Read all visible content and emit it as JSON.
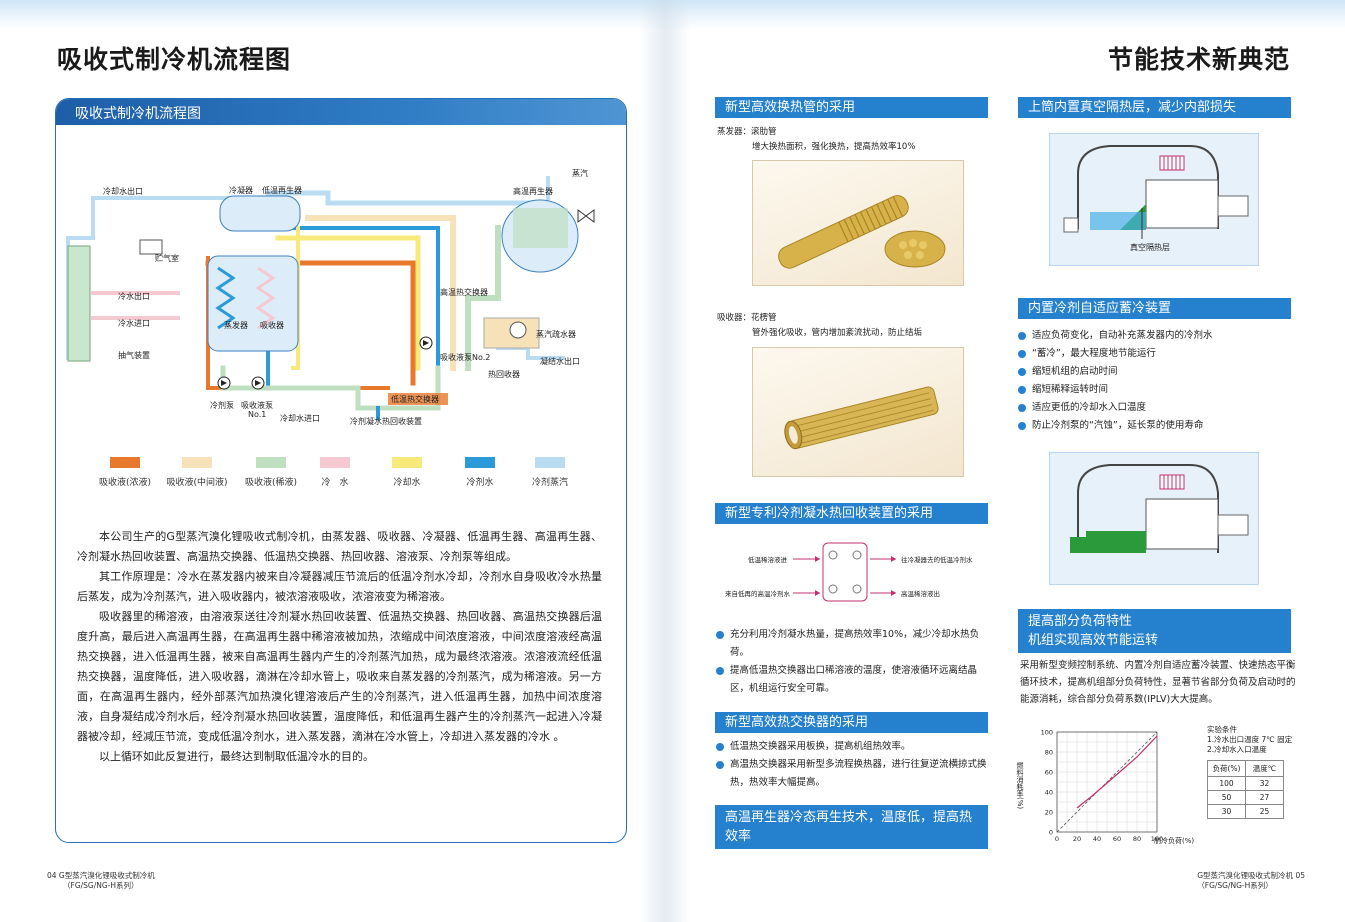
{
  "left": {
    "page_title": "吸收式制冷机流程图",
    "panel_title": "吸收式制冷机流程图",
    "diagram_labels": {
      "cooling_water_out_top": "冷却水出口",
      "condenser": "冷凝器",
      "low_temp_generator": "低温再生器",
      "high_temp_generator": "高温再生器",
      "steam": "蒸汽",
      "air_chamber": "贮气室",
      "chilled_water_out": "冷水出口",
      "chilled_water_in": "冷水进口",
      "purge_device": "抽气装置",
      "evaporator": "蒸发器",
      "absorber": "吸收器",
      "htx": "高温热交换器",
      "solution_pump2": "吸收液泵No.2",
      "steam_drain": "蒸汽疏水器",
      "condensate_out": "凝结水出口",
      "heat_recovery": "热回收器",
      "ltx": "低温热交换器",
      "refrigerant_pump": "冷剂泵",
      "solution_pump1": "吸收液泵",
      "no1": "No.1",
      "cooling_water_in": "冷却水进口",
      "condensate_recovery": "冷剂凝水热回收装置"
    },
    "legend": [
      {
        "label": "吸收液(浓液)",
        "color": "#e8782c"
      },
      {
        "label": "吸收液(中间液)",
        "color": "#f7e1b8"
      },
      {
        "label": "吸收液(稀液)",
        "color": "#bfe0c0"
      },
      {
        "label": "冷　水",
        "color": "#f6c9d2"
      },
      {
        "label": "冷却水",
        "color": "#f7ea7a"
      },
      {
        "label": "冷剂水",
        "color": "#2b9ad8"
      },
      {
        "label": "冷剂蒸汽",
        "color": "#b9dcf2"
      }
    ],
    "paragraphs": [
      "本公司生产的G型蒸汽溴化锂吸收式制冷机，由蒸发器、吸收器、冷凝器、低温再生器、高温再生器、冷剂凝水热回收装置、高温热交换器、低温热交换器、热回收器、溶液泵、冷剂泵等组成。",
      "其工作原理是：冷水在蒸发器内被来自冷凝器减压节流后的低温冷剂水冷却，冷剂水自身吸收冷水热量后蒸发，成为冷剂蒸汽，进入吸收器内，被浓溶液吸收，浓溶液变为稀溶液。",
      "吸收器里的稀溶液，由溶液泵送往冷剂凝水热回收装置、低温热交换器、热回收器、高温热交换器后温度升高，最后进入高温再生器，在高温再生器中稀溶液被加热，浓缩成中间浓度溶液，中间浓度溶液经高温热交换器，进入低温再生器，被来自高温再生器内产生的冷剂蒸汽加热，成为最终浓溶液。浓溶液流经低温热交换器，温度降低，进入吸收器，滴淋在冷却水管上，吸收来自蒸发器的冷剂蒸汽，成为稀溶液。另一方面，在高温再生器内，经外部蒸汽加热溴化锂溶液后产生的冷剂蒸汽，进入低温再生器，加热中间浓度溶液，自身凝结成冷剂水后，经冷剂凝水热回收装置，温度降低，和低温再生器产生的冷剂蒸汽一起进入冷凝器被冷却，经减压节流，变成低温冷剂水，进入蒸发器，滴淋在冷水管上，冷却进入蒸发器的冷水 。",
      "以上循环如此反复进行，最终达到制取低温冷水的目的。"
    ],
    "footer_line1": "04  G型蒸汽溴化锂吸收式制冷机",
    "footer_line2": "（FG/SG/NG-H系列）"
  },
  "right": {
    "page_title": "节能技术新典范",
    "sec1": {
      "title": "新型高效换热管的采用",
      "evap_label": "蒸发器：滚肋管",
      "evap_desc": "增大换热面积，强化换热，提高热效率10%",
      "abs_label": "吸收器：花楞管",
      "abs_desc": "管外强化吸收，管内增加紊流扰动，防止结垢"
    },
    "sec2": {
      "title": "新型专利冷剂凝水热回收装置的采用",
      "lbl_tl": "低温稀溶液进",
      "lbl_tr": "往冷凝器去的低温冷剂水",
      "lbl_bl": "来自低再的高温冷剂水",
      "lbl_br": "高温稀溶液出",
      "bullets": [
        "充分利用冷剂凝水热量，提高热效率10%，减少冷却水热负荷。",
        "提高低温热交换器出口稀溶液的温度，使溶液循环远离结晶区，机组运行安全可靠。"
      ]
    },
    "sec3": {
      "title": "新型高效热交换器的采用",
      "bullets": [
        "低温热交换器采用板换，提高机组热效率。",
        "高温热交换器采用新型多流程换热器，进行往复逆流横掠式换热，热效率大幅提高。"
      ]
    },
    "sec4": {
      "title": "高温再生器冷态再生技术，温度低，提高热效率"
    },
    "sec5": {
      "title": "上筒内置真空隔热层，减少内部损失",
      "sketch_label": "真空隔热层"
    },
    "sec6": {
      "title": "内置冷剂自适应蓄冷装置",
      "bullets": [
        "适应负荷变化，自动补充蒸发器内的冷剂水",
        "“蓄冷”，最大程度地节能运行",
        "缩短机组的启动时间",
        "缩短稀释运转时间",
        "适应更低的冷却水入口温度",
        "防止冷剂泵的“汽蚀”，延长泵的使用寿命"
      ]
    },
    "sec7": {
      "title1": "提高部分负荷特性",
      "title2": "机组实现高效节能运转",
      "para": "采用新型变频控制系统、内置冷剂自适应蓄冷装置、快速热态平衡循环技术，提高机组部分负荷特性，显著节省部分负荷及启动时的能源消耗，综合部分负荷系数(IPLV)大大提高。"
    },
    "chart_data": {
      "type": "line",
      "ylabel": "燃料消耗率(%)",
      "xlabel": "制冷负荷(%)",
      "x_ticks": [
        "0",
        "20",
        "40",
        "60",
        "80",
        "100"
      ],
      "y_ticks": [
        "0",
        "20",
        "40",
        "60",
        "80",
        "100"
      ],
      "xlim": [
        0,
        100
      ],
      "ylim": [
        0,
        100
      ],
      "series": [
        {
          "style": "dashed",
          "x": [
            0,
            100
          ],
          "y": [
            0,
            100
          ]
        },
        {
          "style": "solid",
          "color": "#c0306e",
          "x": [
            20,
            35,
            50,
            65,
            80,
            100
          ],
          "y": [
            24,
            36,
            49,
            62,
            75,
            96
          ]
        }
      ],
      "conditions_title": "实验条件",
      "conditions": [
        "1.冷水出口温度 7℃ 固定",
        "2.冷却水入口温度"
      ],
      "table_headers": [
        "负荷(%)",
        "温度℃"
      ],
      "table_rows": [
        [
          "100",
          "32"
        ],
        [
          "50",
          "27"
        ],
        [
          "30",
          "25"
        ]
      ]
    },
    "footer_line1": "G型蒸汽溴化锂吸收式制冷机  05",
    "footer_line2": "（FG/SG/NG-H系列）"
  }
}
